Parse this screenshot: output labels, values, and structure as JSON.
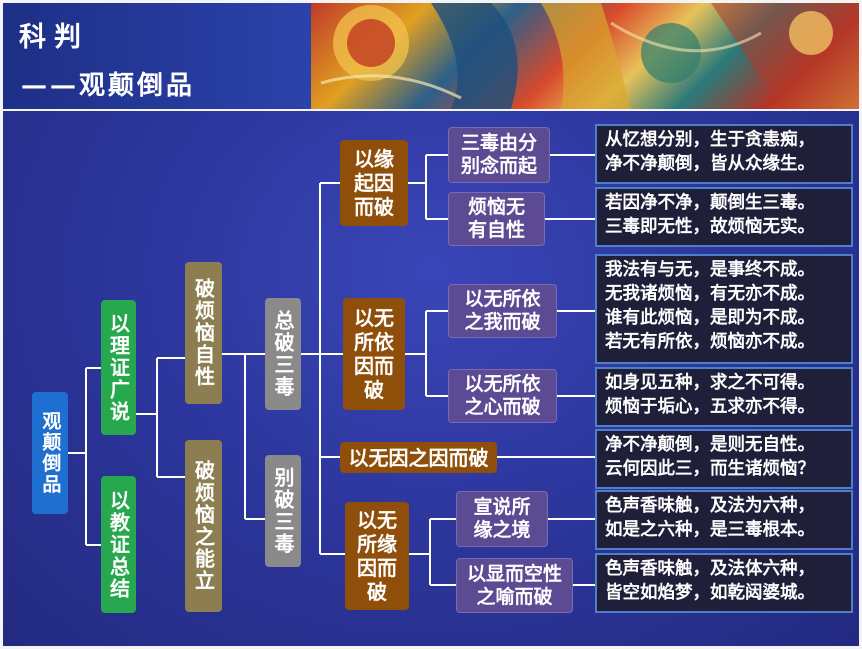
{
  "header": {
    "title": "科判",
    "subtitle": "——观颠倒品"
  },
  "tree": {
    "root": "观颠倒品",
    "branch_reason": "以理证广说",
    "branch_teaching": "以教证总结",
    "refute_afflictions_nature": "破烦恼自性",
    "refute_afflictions_ability": "破烦恼之能立",
    "refute_three_poisons_general": "总破三毒",
    "refute_three_poisons_specific": "别破三毒",
    "by_conditions": "以缘起因而破",
    "by_no_basis": "以无所依因而破",
    "by_no_cause": "以无因之因而破",
    "by_no_object": "以无所缘因而破",
    "poison_from_discrimination": "三毒由分别念而起",
    "afflictions_no_self_nature": "烦恼无有自性",
    "no_basis_self": "以无所依之我而破",
    "no_basis_mind": "以无所依之心而破",
    "explain_object": "宣说所缘之境",
    "metaphor_empty": "以显而空性之喻而破"
  },
  "verses": [
    [
      "从忆想分别，生于贪恚痴，",
      "净不净颠倒，皆从众缘生。"
    ],
    [
      "若因净不净，颠倒生三毒。",
      "三毒即无性，故烦恼无实。"
    ],
    [
      "我法有与无，是事终不成。",
      "无我诸烦恼，有无亦不成。",
      "谁有此烦恼，是即为不成。",
      "若无有所依，烦恼亦不成。"
    ],
    [
      "如身见五种，求之不可得。",
      "烦恼于垢心，五求亦不得。"
    ],
    [
      "净不净颠倒，是则无自性。",
      "云何因此三，而生诸烦恼？"
    ],
    [
      "色声香味触，及法为六种，",
      "如是之六种，是三毒根本。"
    ],
    [
      "色声香味触，及法体六种，",
      "皆空如焰梦，如乾闼婆城。"
    ]
  ],
  "colors": {
    "root": "#1f6fd1",
    "level1": "#27a84e",
    "level2": "#8d7e52",
    "level3": "#8a8a8a",
    "level4": "#8f4e0a",
    "level5": "#5c4a93",
    "verse_bg": "#1f1f3a",
    "verse_border": "#4f7fc6",
    "background": "#2d379e"
  }
}
